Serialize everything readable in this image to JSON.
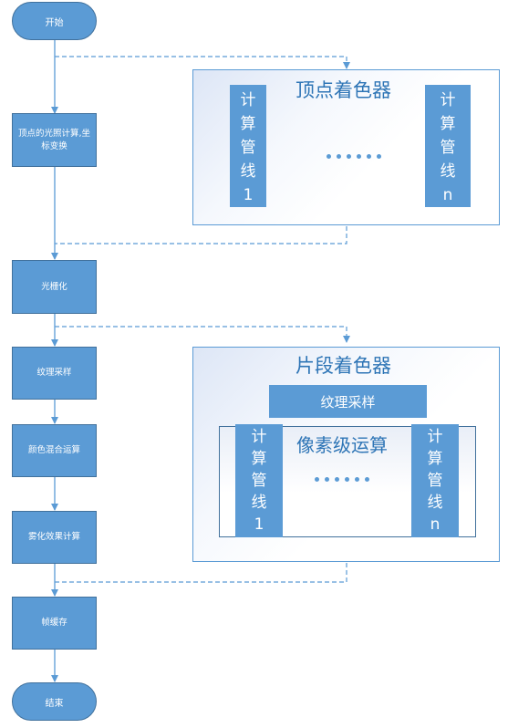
{
  "flow": {
    "start": "开始",
    "step_vertex": "顶点的光照计算,坐标变换",
    "step_raster": "光栅化",
    "step_texture": "纹理采样",
    "step_blend": "颜色混合运算",
    "step_fog": "雾化效果计算",
    "step_framebuffer": "帧缓存",
    "end": "结束"
  },
  "vertex_shader": {
    "title": "顶点着色器",
    "pipe_first": [
      "计",
      "算",
      "管",
      "线",
      "1"
    ],
    "pipe_last": [
      "计",
      "算",
      "管",
      "线",
      "n"
    ]
  },
  "fragment_shader": {
    "title": "片段着色器",
    "texture_sampling": "纹理采样",
    "pixel_ops_title": "像素级运算",
    "pipe_first": [
      "计",
      "算",
      "管",
      "线",
      "1"
    ],
    "pipe_last": [
      "计",
      "算",
      "管",
      "线",
      "n"
    ]
  },
  "colors": {
    "fill": "#5b9bd5",
    "stroke": "#41719c",
    "title_text": "#2e75b6"
  }
}
